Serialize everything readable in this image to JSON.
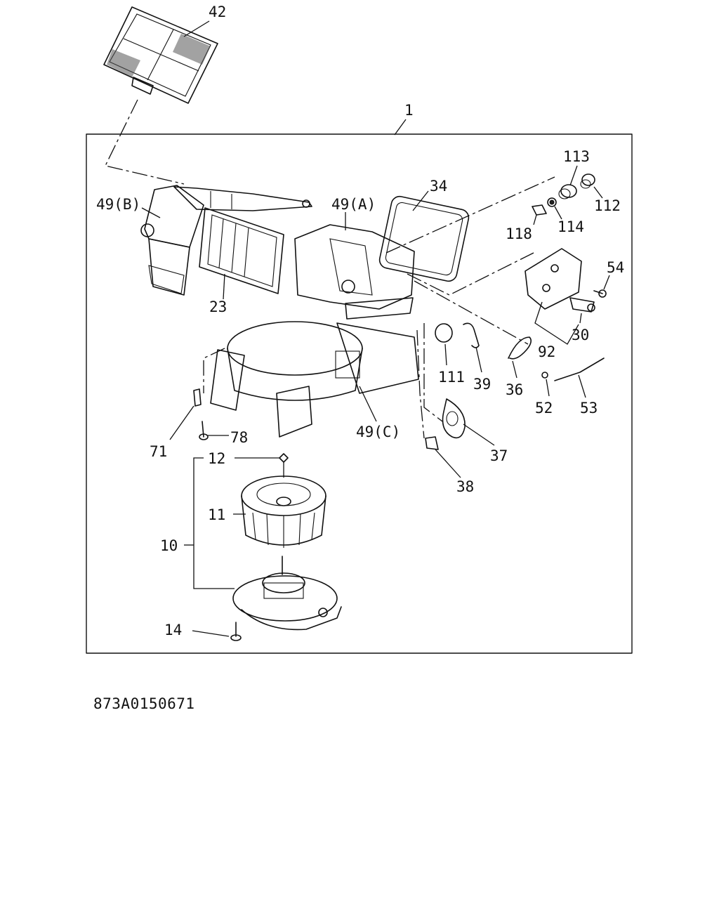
{
  "diagram": {
    "reference_code": "873A0150671",
    "callouts": {
      "p1": "1",
      "p42": "42",
      "p49b": "49(B)",
      "p49a": "49(A)",
      "p34": "34",
      "p113": "113",
      "p112": "112",
      "p118": "118",
      "p114": "114",
      "p54": "54",
      "p30": "30",
      "p92": "92",
      "p23": "23",
      "p111": "111",
      "p39": "39",
      "p36": "36",
      "p52": "52",
      "p53": "53",
      "p71": "71",
      "p78": "78",
      "p49c": "49(C)",
      "p37": "37",
      "p38": "38",
      "p12": "12",
      "p11": "11",
      "p10": "10",
      "p14": "14"
    }
  }
}
